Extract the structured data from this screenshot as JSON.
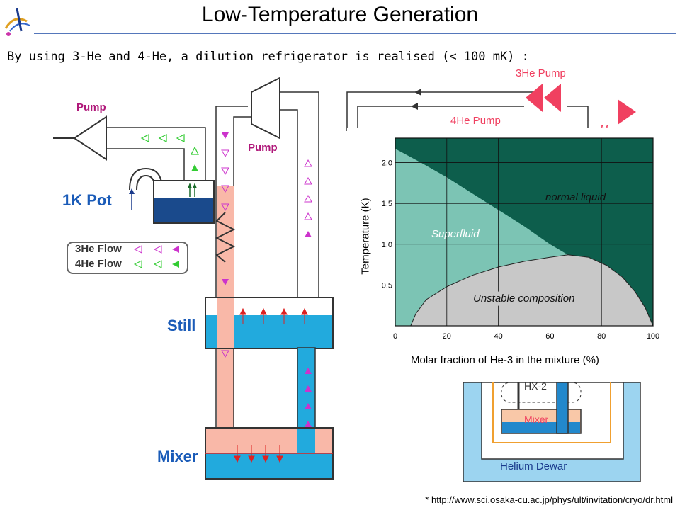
{
  "header": {
    "title": "Low-Temperature Generation",
    "subtitle": "By using 3-He and 4-He, a dilution refrigerator is realised (< 100 mK) :",
    "source": "* http://www.sci.osaka-cu.ac.jp/phys/ult/invitation/cryo/dr.html"
  },
  "left_diagram": {
    "pump_left": "Pump",
    "pump_center": "Pump",
    "one_k_pot": "1K Pot",
    "still": "Still",
    "mixer": "Mixer",
    "legend": {
      "he3": "3He Flow",
      "he4": "4He Flow"
    },
    "colors": {
      "pink": "#e0208a",
      "green": "#33cc33",
      "navy": "#1a4a8c",
      "water": "#22aadd",
      "salmon": "#f9b8a8",
      "label_blue": "#1a5bb8"
    }
  },
  "right_diagram": {
    "he3_pump": "3He Pump",
    "he4_pump": "4He Pump",
    "hx2": "HX-2",
    "mixer": "Mixer",
    "dewar": "Helium Dewar"
  },
  "phase_chart": {
    "xlabel": "Molar fraction of He-3 in the mixture (%)",
    "ylabel": "Temperature (K)",
    "xticks": [
      "0",
      "20",
      "40",
      "60",
      "80",
      "100"
    ],
    "yticks": [
      "0.5",
      "1.0",
      "1.5",
      "2.0"
    ],
    "regions": {
      "normal": "normal liquid",
      "super": "Superfluid",
      "unstable": "Unstable composition"
    },
    "colors": {
      "normal": "#0d5e4c",
      "super": "#7cc4b4",
      "unstable": "#c8c8c8"
    }
  }
}
